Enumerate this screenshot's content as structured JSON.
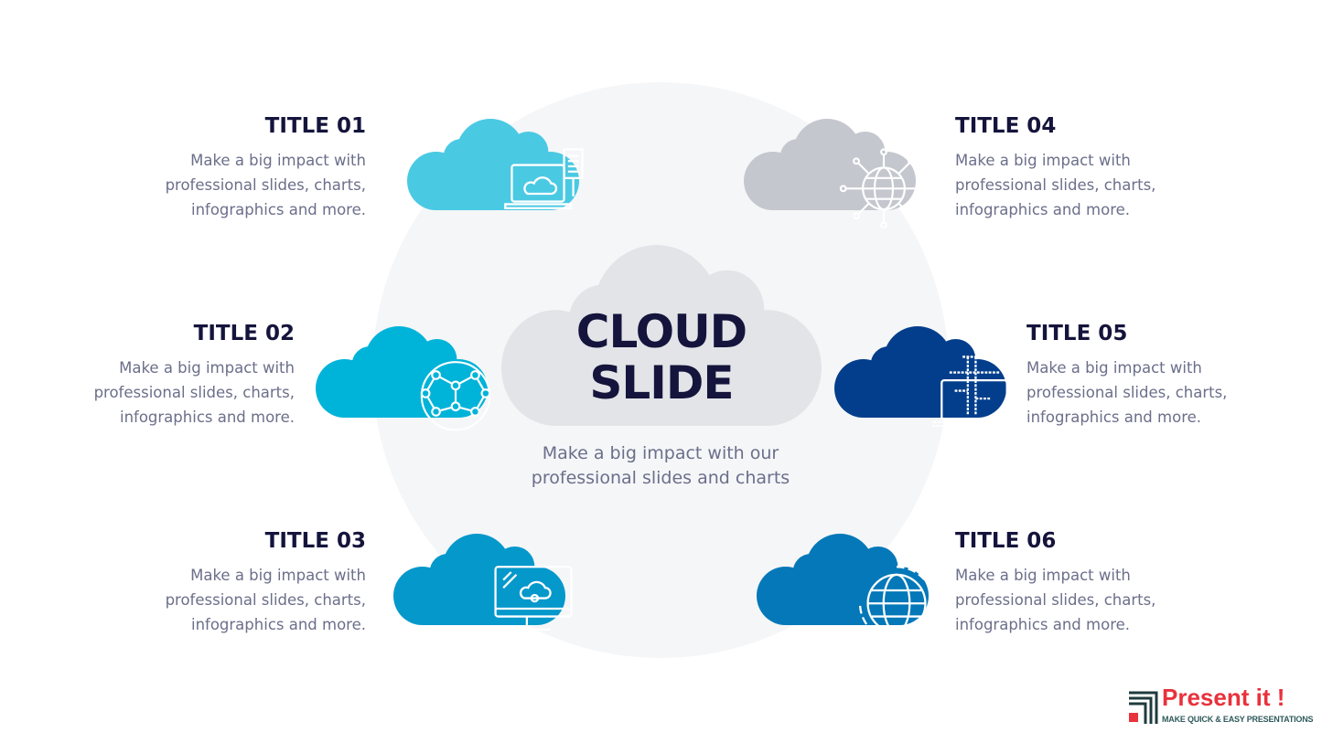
{
  "center": {
    "title_line1": "CLOUD",
    "title_line2": "SLIDE",
    "subtitle": "Make a big impact with our professional slides and charts"
  },
  "items": [
    {
      "title": "TITLE 01",
      "body": "Make a big impact with professional slides, charts, infographics and more.",
      "color": "#4ac9e3",
      "icon": "laptop-cloud-server-icon"
    },
    {
      "title": "TITLE 02",
      "body": "Make a big impact with professional slides, charts, infographics and more.",
      "color": "#00b3d9",
      "icon": "network-sphere-icon"
    },
    {
      "title": "TITLE 03",
      "body": "Make a big impact with professional slides, charts, infographics and more.",
      "color": "#0598cb",
      "icon": "monitor-cloud-icon"
    },
    {
      "title": "TITLE 04",
      "body": "Make a big impact with professional slides, charts, infographics and more.",
      "color": "#c4c7ce",
      "icon": "globe-network-icon"
    },
    {
      "title": "TITLE 05",
      "body": "Make a big impact with professional slides, charts, infographics and more.",
      "color": "#033e8c",
      "icon": "laptop-data-icon"
    },
    {
      "title": "TITLE 06",
      "body": "Make a big impact with professional slides, charts, infographics and more.",
      "color": "#0478b8",
      "icon": "globe-orbit-icon"
    }
  ],
  "logo": {
    "name": "Present it !",
    "tagline": "MAKE QUICK & EASY PRESENTATIONS"
  }
}
